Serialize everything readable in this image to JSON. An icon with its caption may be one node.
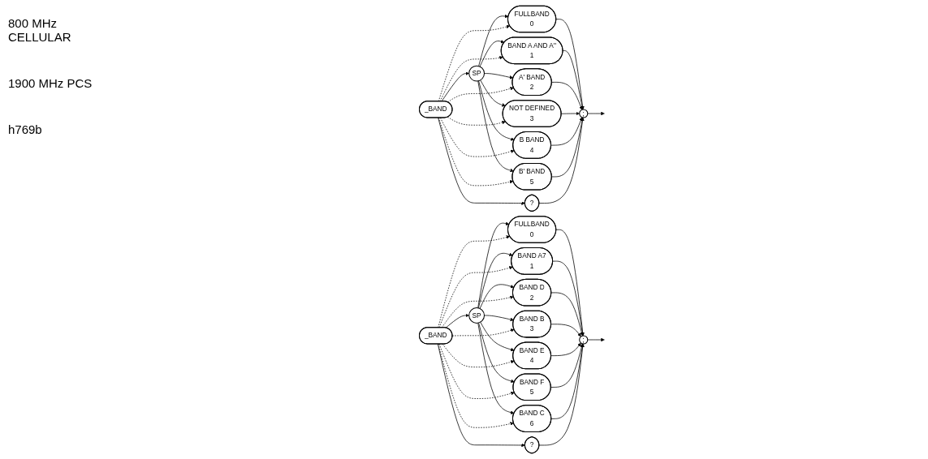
{
  "diagram": {
    "nodes": [
      {
        "text": [
          "_BAND"
        ]
      },
      {
        "text": [
          "SP"
        ]
      },
      {
        "text": [
          "FULLBAND",
          "0"
        ]
      },
      {
        "text": [
          "BAND A AND A''",
          "1"
        ]
      },
      {
        "text": [
          "A' BAND",
          "2"
        ]
      },
      {
        "text": [
          "NOT DEFINED",
          "3"
        ]
      },
      {
        "text": [
          "B BAND",
          "4"
        ]
      },
      {
        "text": [
          "B' BAND",
          "5"
        ]
      },
      {
        "text": [
          "?"
        ]
      },
      {
        "text": [
          ";"
        ]
      },
      {
        "text": [
          "_BAND"
        ]
      },
      {
        "text": [
          "SP"
        ]
      },
      {
        "text": [
          "FULLBAND",
          "0"
        ]
      },
      {
        "text": [
          "BAND A7",
          "1"
        ]
      },
      {
        "text": [
          "BAND D",
          "2"
        ]
      },
      {
        "text": [
          "BAND B",
          "3"
        ]
      },
      {
        "text": [
          "BAND E",
          "4"
        ]
      },
      {
        "text": [
          "BAND F",
          "5"
        ]
      },
      {
        "text": [
          "BAND C",
          "6"
        ]
      },
      {
        "text": [
          "?"
        ]
      },
      {
        "text": [
          ";"
        ]
      }
    ],
    "edges": [
      {
        "from": 0,
        "to": 1,
        "arrow": "to"
      },
      {
        "from": 1,
        "to": 2,
        "arrow": "to"
      },
      {
        "from": 1,
        "to": 3,
        "arrow": "to"
      },
      {
        "from": 1,
        "to": 4,
        "arrow": "to"
      },
      {
        "from": 1,
        "to": 5,
        "arrow": "to"
      },
      {
        "from": 1,
        "to": 6,
        "arrow": "to"
      },
      {
        "from": 1,
        "to": 7,
        "arrow": "to"
      },
      {
        "from": 0,
        "to": 2,
        "arrow": "to",
        "style": "dashed"
      },
      {
        "from": 0,
        "to": 3,
        "arrow": "to",
        "style": "dashed"
      },
      {
        "from": 0,
        "to": 4,
        "arrow": "to",
        "style": "dashed"
      },
      {
        "from": 0,
        "to": 5,
        "arrow": "to",
        "style": "dashed"
      },
      {
        "from": 0,
        "to": 6,
        "arrow": "to",
        "style": "dashed"
      },
      {
        "from": 0,
        "to": 7,
        "arrow": "to",
        "style": "dashed"
      },
      {
        "from": 0,
        "to": 8,
        "arrow": "to"
      },
      {
        "from": 2,
        "to": 9,
        "arrow": "to"
      },
      {
        "from": 3,
        "to": 9,
        "arrow": "to"
      },
      {
        "from": 4,
        "to": 9,
        "arrow": "to"
      },
      {
        "from": 5,
        "to": 9,
        "arrow": "to"
      },
      {
        "from": 6,
        "to": 9,
        "arrow": "to"
      },
      {
        "from": 7,
        "to": 9,
        "arrow": "to"
      },
      {
        "from": 8,
        "to": 9,
        "arrow": "to"
      },
      {
        "from": 9,
        "to": null,
        "arrow": "to"
      },
      {
        "from": 10,
        "to": 11,
        "arrow": "to"
      },
      {
        "from": 11,
        "to": 12,
        "arrow": "to"
      },
      {
        "from": 11,
        "to": 13,
        "arrow": "to"
      },
      {
        "from": 11,
        "to": 14,
        "arrow": "to"
      },
      {
        "from": 11,
        "to": 15,
        "arrow": "to"
      },
      {
        "from": 11,
        "to": 16,
        "arrow": "to"
      },
      {
        "from": 11,
        "to": 17,
        "arrow": "to"
      },
      {
        "from": 11,
        "to": 18,
        "arrow": "to"
      },
      {
        "from": 10,
        "to": 12,
        "arrow": "to",
        "style": "dashed"
      },
      {
        "from": 10,
        "to": 13,
        "arrow": "to",
        "style": "dashed"
      },
      {
        "from": 10,
        "to": 14,
        "arrow": "to",
        "style": "dashed"
      },
      {
        "from": 10,
        "to": 15,
        "arrow": "to",
        "style": "dashed"
      },
      {
        "from": 10,
        "to": 16,
        "arrow": "to",
        "style": "dashed"
      },
      {
        "from": 10,
        "to": 17,
        "arrow": "to",
        "style": "dashed"
      },
      {
        "from": 10,
        "to": 18,
        "arrow": "to",
        "style": "dashed"
      },
      {
        "from": 10,
        "to": 19,
        "arrow": "to"
      },
      {
        "from": 12,
        "to": 20,
        "arrow": "to"
      },
      {
        "from": 13,
        "to": 20,
        "arrow": "to"
      },
      {
        "from": 14,
        "to": 20,
        "arrow": "to"
      },
      {
        "from": 15,
        "to": 20,
        "arrow": "to"
      },
      {
        "from": 16,
        "to": 20,
        "arrow": "to"
      },
      {
        "from": 17,
        "to": 20,
        "arrow": "to"
      },
      {
        "from": 18,
        "to": 20,
        "arrow": "to"
      },
      {
        "from": 19,
        "to": 20,
        "arrow": "to"
      },
      {
        "from": 20,
        "to": null,
        "arrow": "to"
      }
    ],
    "labels": [
      "800 MHz CELLULAR",
      "1900 MHz PCS",
      "h769b"
    ]
  }
}
